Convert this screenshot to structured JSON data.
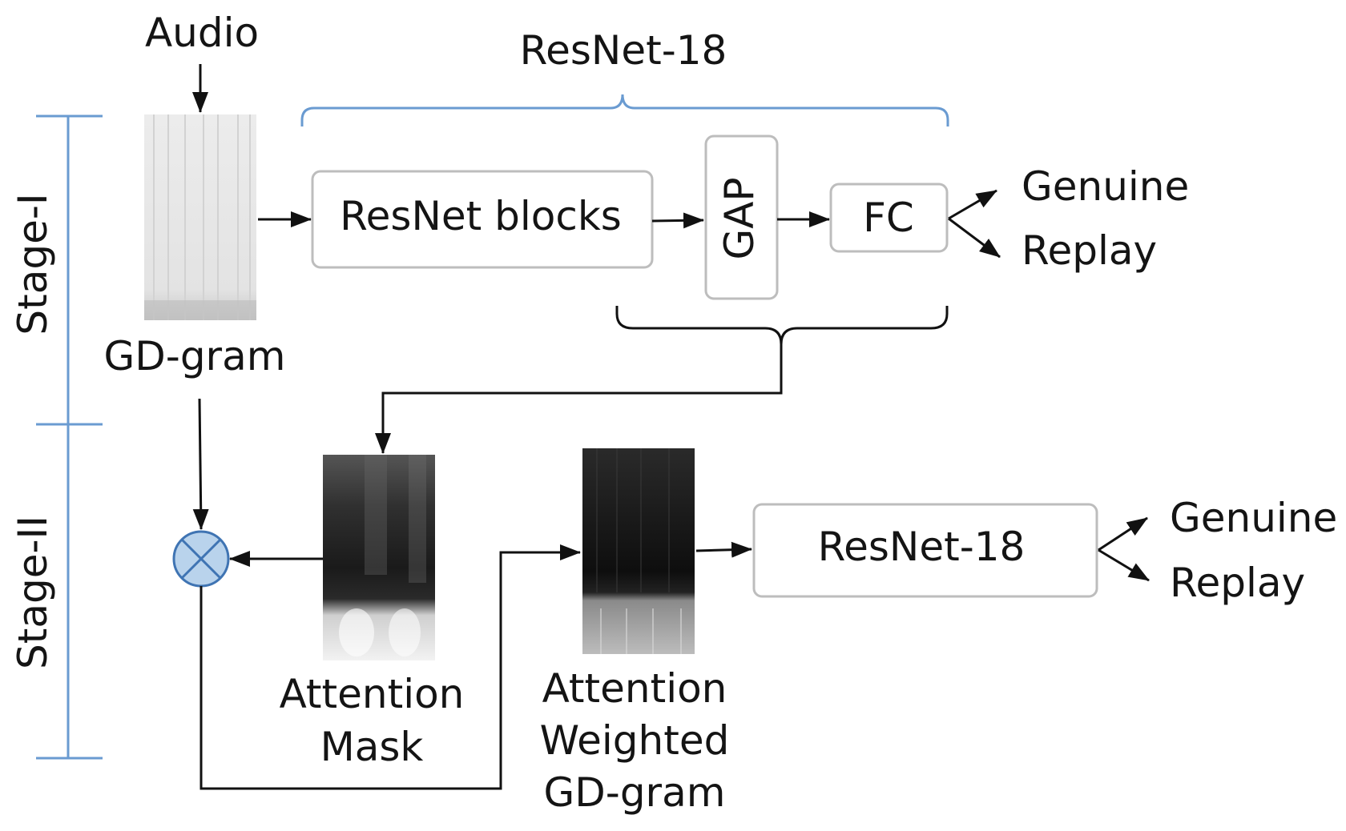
{
  "stage_labels": {
    "stage1": "Stage-I",
    "stage2": "Stage-II"
  },
  "inputs": {
    "audio": "Audio",
    "gd_gram": "GD-gram"
  },
  "stage1": {
    "bracket_label": "ResNet-18",
    "resnet_blocks": "ResNet blocks",
    "gap": "GAP",
    "fc": "FC",
    "out_genuine": "Genuine",
    "out_replay": "Replay"
  },
  "stage2": {
    "attention_mask_line1": "Attention",
    "attention_mask_line2": "Mask",
    "weighted_line1": "Attention",
    "weighted_line2": "Weighted",
    "weighted_line3": "GD-gram",
    "resnet18": "ResNet-18",
    "out_genuine": "Genuine",
    "out_replay": "Replay"
  },
  "operator": "element-wise multiply",
  "colors": {
    "accent_blue": "#6a9bd1",
    "multiply_fill": "#b9d3ec",
    "box_border": "#bdbdbd",
    "line": "#111111"
  }
}
